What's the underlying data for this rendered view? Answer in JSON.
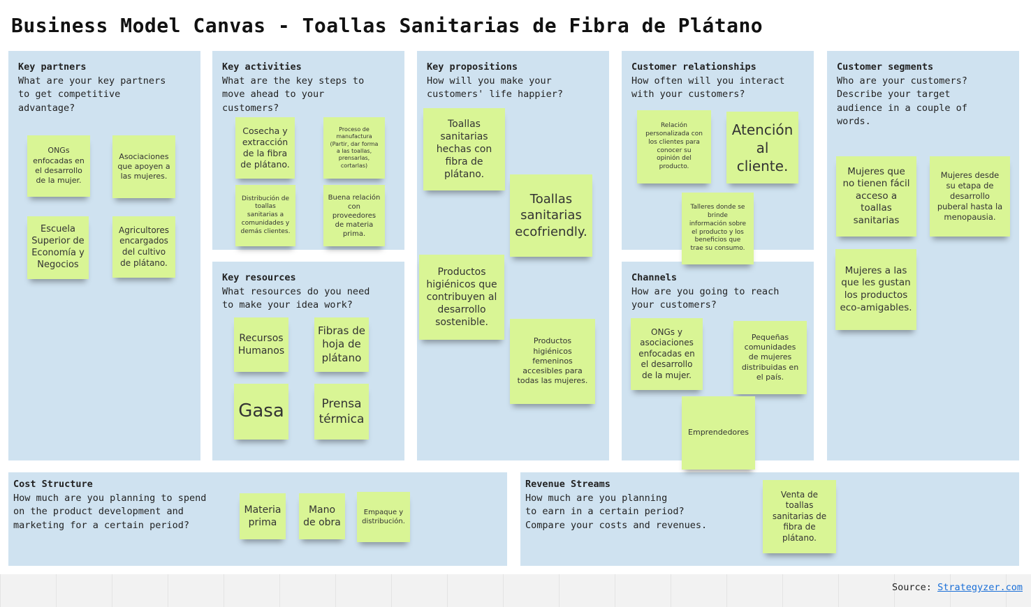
{
  "title": "Business Model Canvas - Toallas Sanitarias de Fibra de Plátano",
  "panels": {
    "key_partners": {
      "title": "Key partners",
      "desc": "What are your key partners\nto get competitive\nadvantage?"
    },
    "key_activities": {
      "title": "Key activities",
      "desc": "What are the key steps to\nmove ahead to your\ncustomers?"
    },
    "key_resources": {
      "title": "Key resources",
      "desc": "What resources do you need\nto make your idea work?"
    },
    "key_propositions": {
      "title": "Key propositions",
      "desc": "How will you make your\ncustomers' life happier?"
    },
    "customer_relationships": {
      "title": "Customer relationships",
      "desc": "How often will you interact\nwith your customers?"
    },
    "channels": {
      "title": "Channels",
      "desc": "How are you going to reach\nyour customers?"
    },
    "customer_segments": {
      "title": "Customer segments",
      "desc": "Who are your customers?\nDescribe your target\naudience in a couple of\nwords."
    },
    "cost_structure": {
      "title": "Cost Structure",
      "desc": "How much are you planning to spend\non the product development and\nmarketing for a certain period?"
    },
    "revenue_streams": {
      "title": "Revenue Streams",
      "desc": "How much are you planning\nto earn in a certain period?\nCompare your costs and revenues."
    }
  },
  "notes": {
    "kp": [
      "ONGs\nenfocadas en\nel desarrollo\nde la mujer.",
      "Asociaciones\nque apoyen a\nlas mujeres.",
      "Escuela\nSuperior de\nEconomía y\nNegocios",
      "Agricultores\nencargados\ndel cultivo\nde plátano."
    ],
    "ka": [
      "Cosecha y\nextracción\nde la fibra\nde plátano.",
      "Proceso de\nmanufactura\n(Partir, dar forma\na las toallas,\nprensarlas,\ncortarlas)",
      "Distribución de\ntoallas\nsanitarias a\ncomunidades y\ndemás clientes.",
      "Buena relación\ncon\nproveedores\nde materia\nprima."
    ],
    "kr": [
      "Recursos\nHumanos",
      "Fibras de\nhoja de\nplátano",
      "Gasa",
      "Prensa\ntérmica"
    ],
    "vp": [
      "Toallas\nsanitarias\nhechas con\nfibra de\nplátano.",
      "Toallas\nsanitarias\necofriendly.",
      "Productos\nhigiénicos que\ncontribuyen al\ndesarrollo\nsostenible.",
      "Productos\nhigiénicos\nfemeninos\naccesibles para\ntodas las mujeres."
    ],
    "cr": [
      "Relación\npersonalizada con\nlos clientes para\nconocer su\nopinión del\nproducto.",
      "Atención\nal\ncliente.",
      "Talleres donde se\nbrinde\ninformación sobre\nel producto y los\nbeneficios que\ntrae su consumo."
    ],
    "ch": [
      "ONGs y\nasociaciones\nenfocadas en\nel desarrollo\nde la mujer.",
      "Pequeñas\ncomunidades\nde mujeres\ndistribuidas en\nel país.",
      "Emprendedores"
    ],
    "cs": [
      "Mujeres que\nno tienen fácil\nacceso a\ntoallas\nsanitarias",
      "Mujeres desde\nsu etapa de\ndesarrollo\npuberal hasta la\nmenopausia.",
      "Mujeres a las\nque les gustan\nlos productos\neco-amigables."
    ],
    "cost": [
      "Materia\nprima",
      "Mano\nde obra",
      "Empaque y\ndistribución."
    ],
    "rev": [
      "Venta de\ntoallas\nsanitarias de\nfibra de\nplátano."
    ]
  },
  "footer": {
    "source_label": "Source:",
    "source_link": "Strategyzer.com"
  }
}
